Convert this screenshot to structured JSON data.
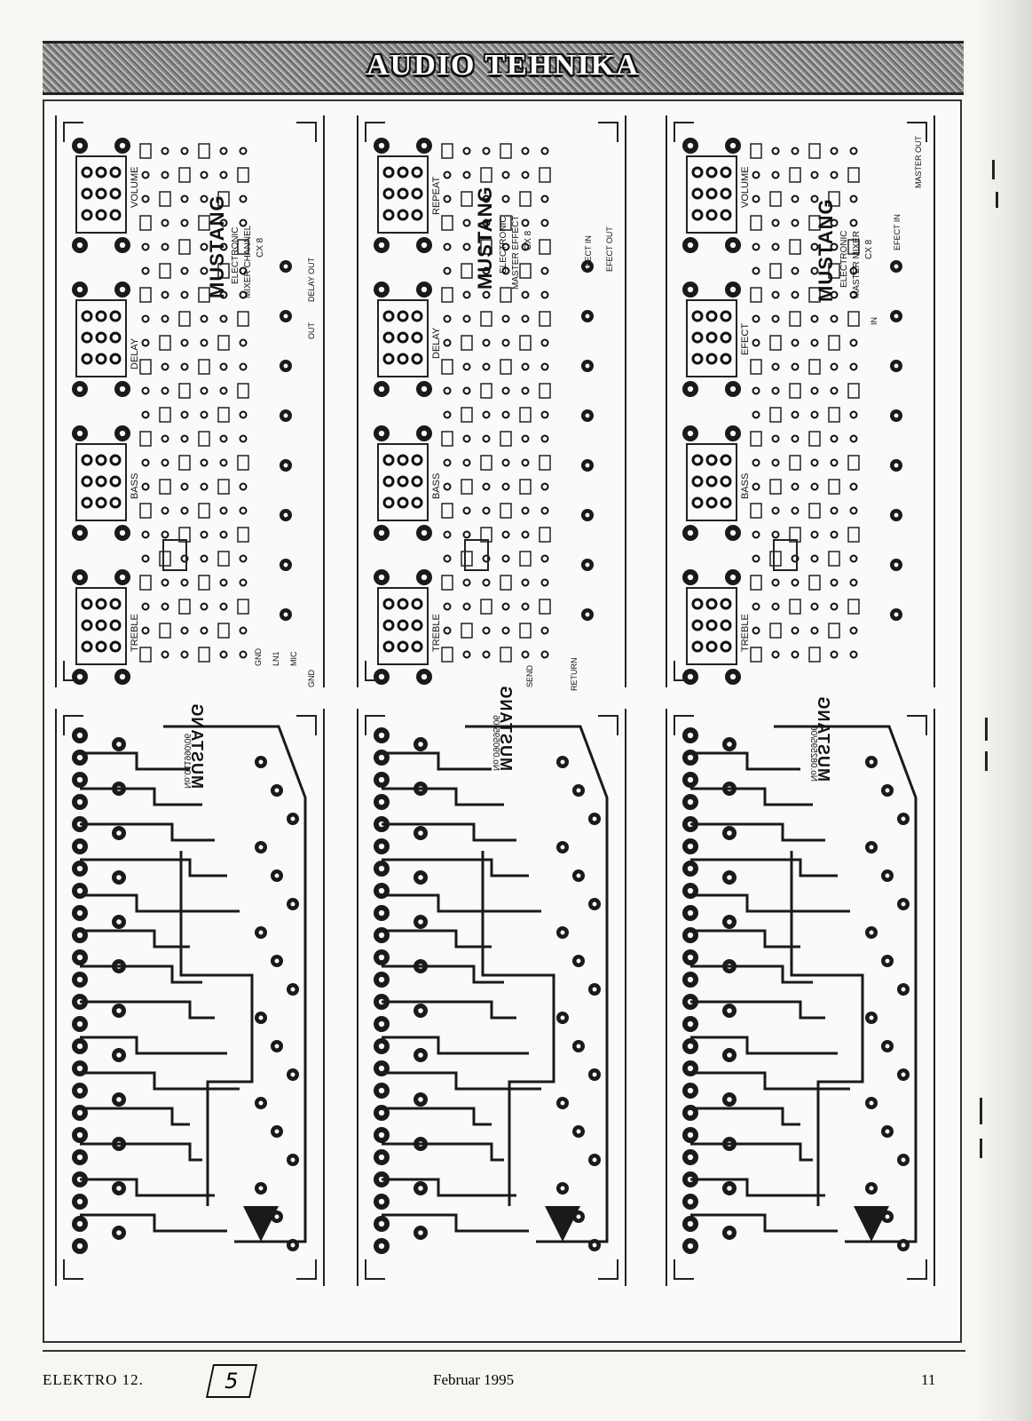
{
  "header": {
    "title": "AUDIO TEHNIKA"
  },
  "boards": [
    {
      "id": "mixer-channel",
      "brand": "MUSTANG",
      "sub_lines": [
        "ELECTRONIC",
        "MIXER CHANNEL",
        "CX 8"
      ],
      "controls": [
        "VOLUME",
        "DELAY",
        "BASS",
        "TREBLE"
      ],
      "io_labels": [
        "DELAY OUT",
        "OUT",
        "GND",
        "MIC",
        "LN1",
        "GND"
      ],
      "pcb_code": "No.011990/06"
    },
    {
      "id": "master-effect",
      "brand": "MUSTANG",
      "sub_lines": [
        "ELECTRONIC",
        "MASTER EFFECT",
        "CX 8"
      ],
      "controls": [
        "REPEAT",
        "DELAY",
        "BASS",
        "TREBLE"
      ],
      "io_labels": [
        "EFECT OUT",
        "EFECT IN",
        "SEND",
        "RETURN"
      ],
      "pcb_code": "No.090595/06"
    },
    {
      "id": "master-mixer",
      "brand": "MUSTANG",
      "sub_lines": [
        "ELECTRONIC",
        "MASTER MIXER",
        "CX 8"
      ],
      "controls": [
        "VOLUME",
        "EFECT",
        "BASS",
        "TREBLE"
      ],
      "io_labels": [
        "MASTER OUT",
        "EFECT IN",
        "IN"
      ],
      "pcb_code": "No.082595/06"
    }
  ],
  "footer": {
    "magazine": "ELEKTRO  12.",
    "handwritten": "5",
    "date": "Februar 1995",
    "page": "11"
  }
}
